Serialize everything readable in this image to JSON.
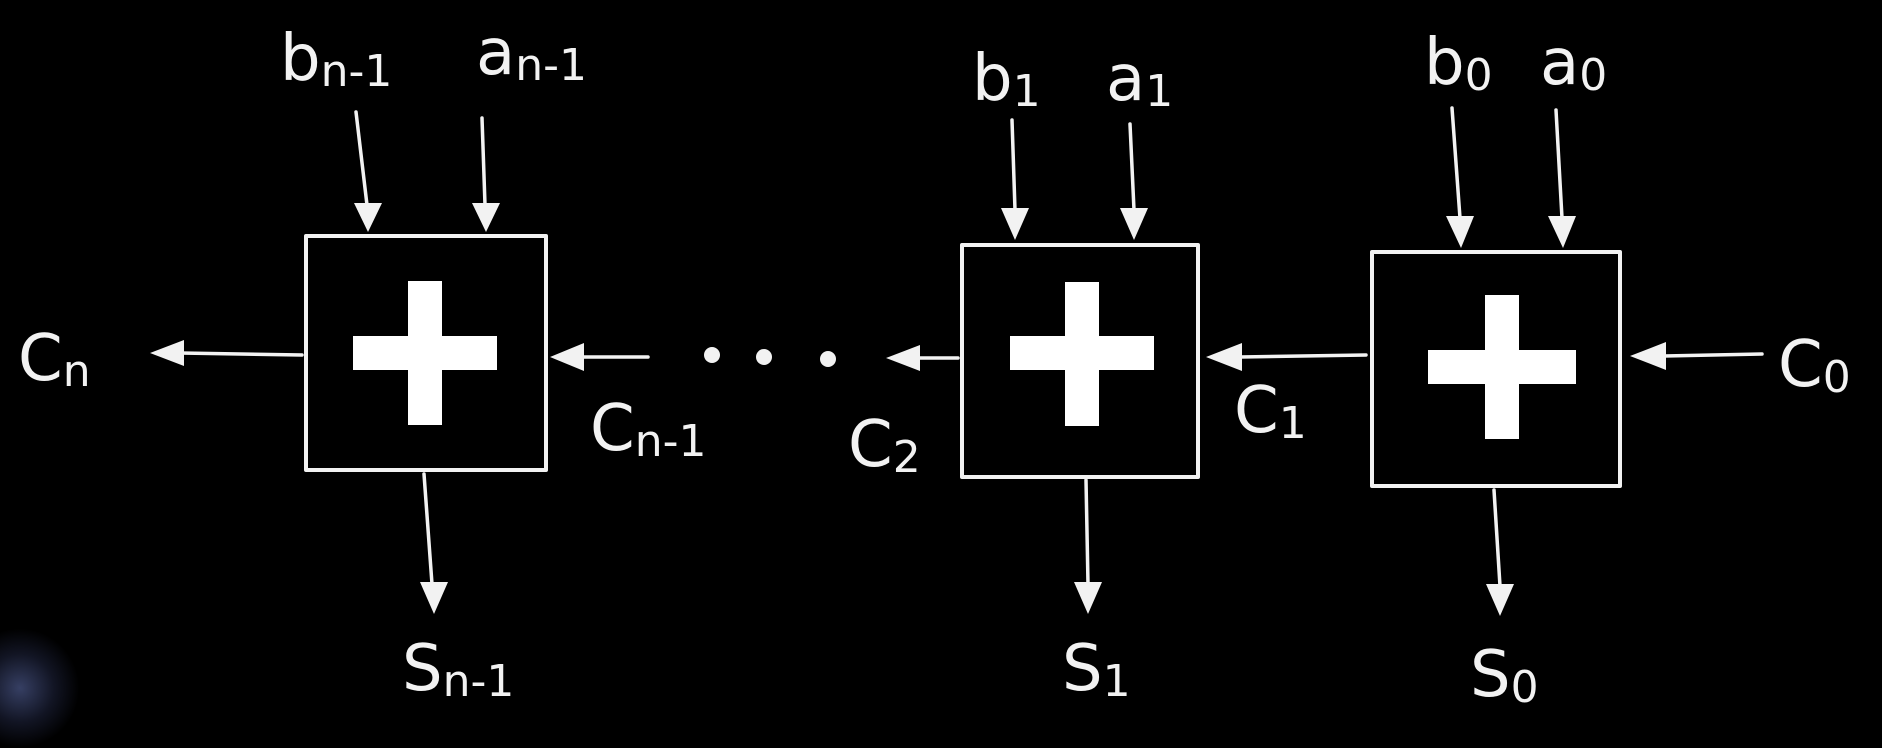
{
  "colors": {
    "background": "#000000",
    "ink": "#f2f2f2",
    "plus": "#ffffff"
  },
  "adders": [
    {
      "id": "adder-n-1",
      "symbol": "+",
      "input_b": {
        "main": "b",
        "sub": "n-1"
      },
      "input_a": {
        "main": "a",
        "sub": "n-1"
      },
      "sum_out": {
        "main": "S",
        "sub": "n-1"
      },
      "carry_in": {
        "main": "C",
        "sub": "n-1"
      },
      "carry_out": {
        "main": "C",
        "sub": "n"
      }
    },
    {
      "id": "adder-1",
      "symbol": "+",
      "input_b": {
        "main": "b",
        "sub": "1"
      },
      "input_a": {
        "main": "a",
        "sub": "1"
      },
      "sum_out": {
        "main": "S",
        "sub": "1"
      },
      "carry_in": {
        "main": "C",
        "sub": "1"
      },
      "carry_out": {
        "main": "C",
        "sub": "2"
      }
    },
    {
      "id": "adder-0",
      "symbol": "+",
      "input_b": {
        "main": "b",
        "sub": "0"
      },
      "input_a": {
        "main": "a",
        "sub": "0"
      },
      "sum_out": {
        "main": "S",
        "sub": "0"
      },
      "carry_in": {
        "main": "C",
        "sub": "0"
      }
    }
  ],
  "ellipsis": "• • •"
}
